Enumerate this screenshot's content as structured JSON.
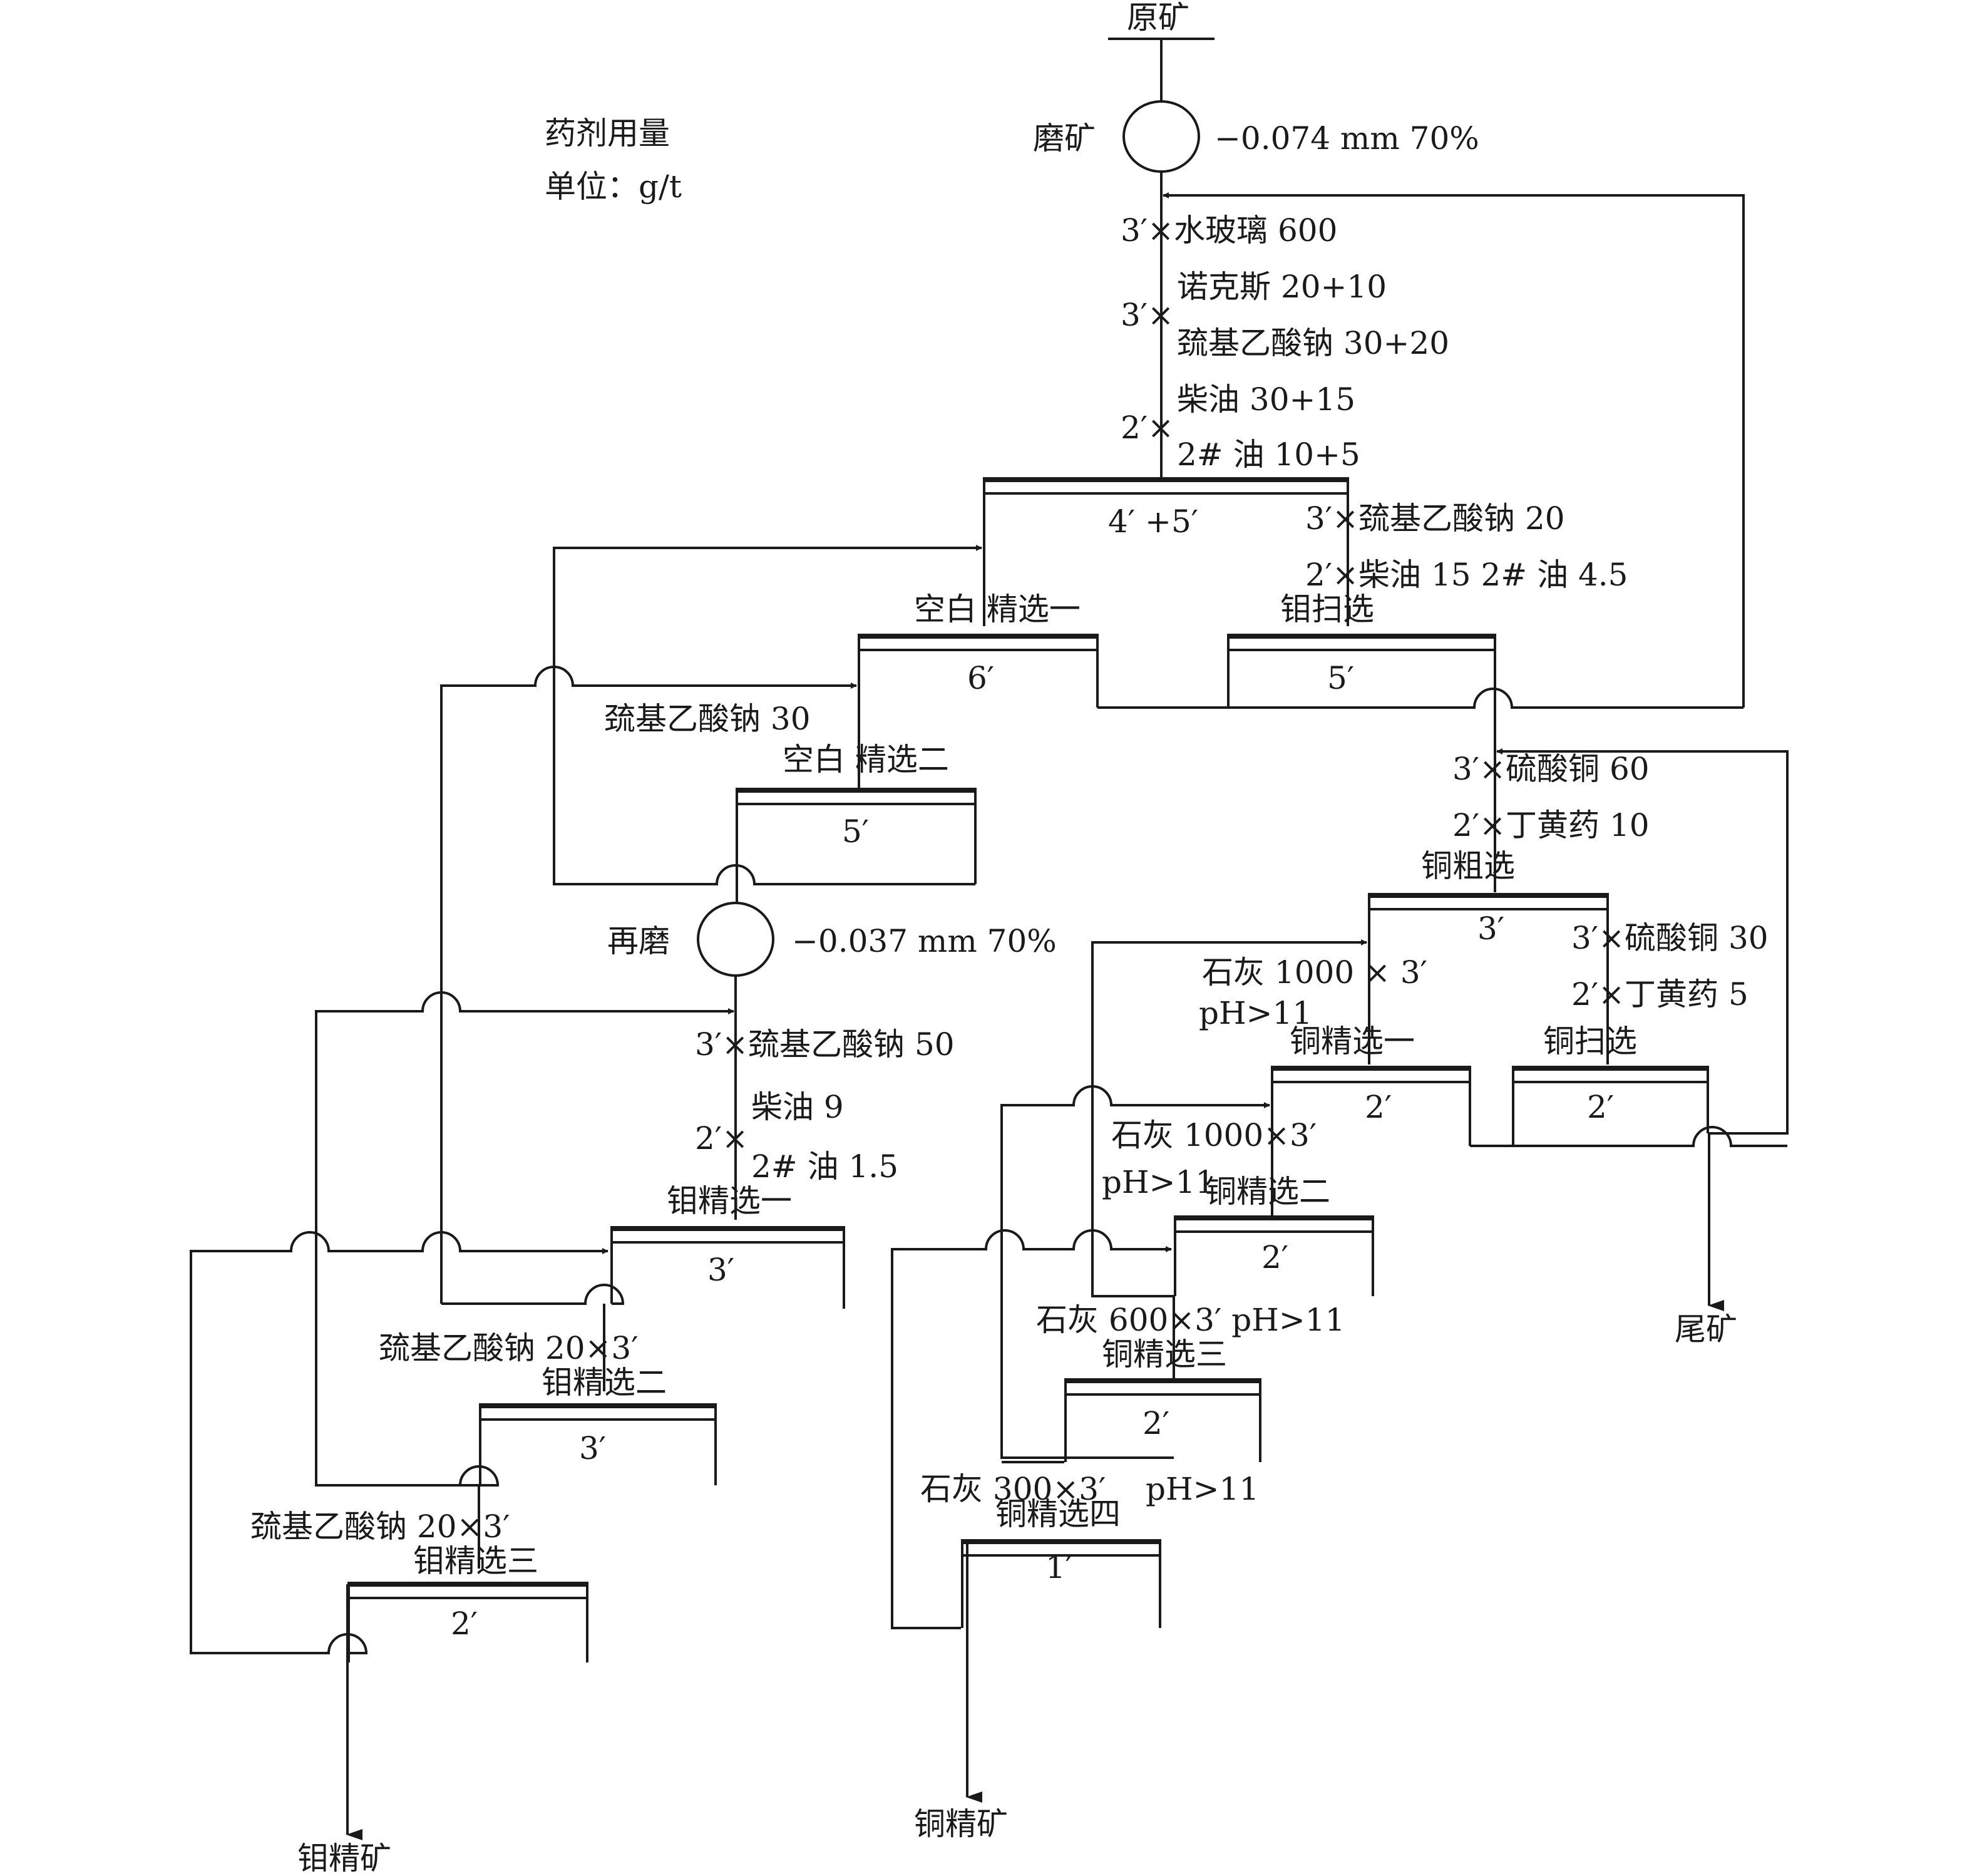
{
  "legend": {
    "title": "药剂用量",
    "unit": "单位：g/t"
  },
  "feed": {
    "label": "原矿"
  },
  "grinding": {
    "label": "磨矿",
    "spec": "−0.074 mm 70%"
  },
  "regrinding": {
    "label": "再磨",
    "spec": "−0.037 mm 70%"
  },
  "reagents": {
    "r1": "3′×水玻璃 600",
    "r2a": "诺克斯 20+10",
    "r2b": "3′×",
    "r2c": "巯基乙酸钠 30+20",
    "r3a": "柴油 30+15",
    "r3b": "2′×",
    "r3c": "2# 油 10+5",
    "r4": "3′×巯基乙酸钠 20",
    "r5": "2′×柴油 15  2# 油 4.5",
    "r6": "巯基乙酸钠 30",
    "r7": "3′×巯基乙酸钠 50",
    "r8a": "柴油 9",
    "r8b": "2′×",
    "r8c": "2# 油 1.5",
    "r9": "巯基乙酸钠 20×3′",
    "r10": "巯基乙酸钠 20×3′",
    "r11": "3′×硫酸铜 60",
    "r12": "2′×丁黄药 10",
    "r13": "3′×硫酸铜 30",
    "r14": "2′×丁黄药 5",
    "r15a": "石灰 1000 × 3′",
    "r15b": "pH>11",
    "r16a": "石灰 1000×3′",
    "r16b": "pH>11",
    "r17": "石灰 600×3′   pH>11",
    "r18a": "石灰 300×3′",
    "r18b": "pH>11"
  },
  "cells": {
    "rougher_time": "4′   +5′",
    "mo_clean1_blank": {
      "label": "空白 精选一",
      "time": "6′"
    },
    "mo_scav": {
      "label": "钼扫选",
      "time": "5′"
    },
    "mo_clean2_blank": {
      "label": "空白 精选二",
      "time": "5′"
    },
    "mo_clean1": {
      "label": "钼精选一",
      "time": "3′"
    },
    "mo_clean2": {
      "label": "钼精选二",
      "time": "3′"
    },
    "mo_clean3": {
      "label": "钼精选三",
      "time": "2′"
    },
    "cu_rougher": {
      "label": "铜粗选",
      "time": "3′"
    },
    "cu_clean1": {
      "label": "铜精选一",
      "time": "2′"
    },
    "cu_scav": {
      "label": "铜扫选",
      "time": "2′"
    },
    "cu_clean2": {
      "label": "铜精选二",
      "time": "2′"
    },
    "cu_clean3": {
      "label": "铜精选三",
      "time": "2′"
    },
    "cu_clean4": {
      "label": "铜精选四",
      "time": "1′"
    }
  },
  "products": {
    "mo_conc": "钼精矿",
    "cu_conc": "铜精矿",
    "tailings": "尾矿"
  }
}
